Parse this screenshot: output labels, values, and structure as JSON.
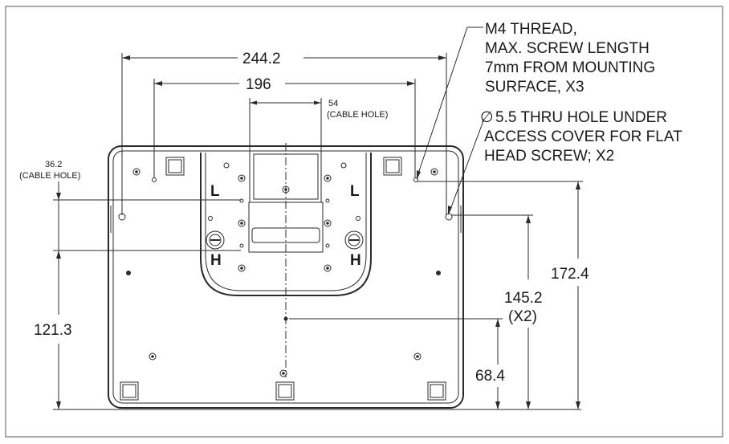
{
  "dimensions": {
    "overall_width": "244.2",
    "hole_spacing": "196",
    "cable_hole_width": "54",
    "cable_hole_width_note": "(CABLE HOLE)",
    "cable_hole_height": "36.2",
    "cable_hole_height_note": "(CABLE HOLE)",
    "left_height": "121.3",
    "center_height": "68.4",
    "right_height_value": "145.2",
    "right_height_count": "(X2)",
    "far_right_height": "172.4"
  },
  "base_labels": {
    "left_l": "L",
    "right_l": "L",
    "left_h": "H",
    "right_h": "H"
  },
  "notes": {
    "thread_note": [
      "M4 THREAD,",
      "MAX. SCREW LENGTH",
      "7mm FROM MOUNTING",
      "SURFACE, X3"
    ],
    "diameter_symbol": "∅",
    "hole_note": [
      "5.5 THRU HOLE UNDER",
      "ACCESS COVER FOR FLAT",
      "HEAD SCREW; X2"
    ]
  },
  "colors": {
    "line": "#2a2a2a",
    "frame": "#555555",
    "background": "#ffffff"
  }
}
